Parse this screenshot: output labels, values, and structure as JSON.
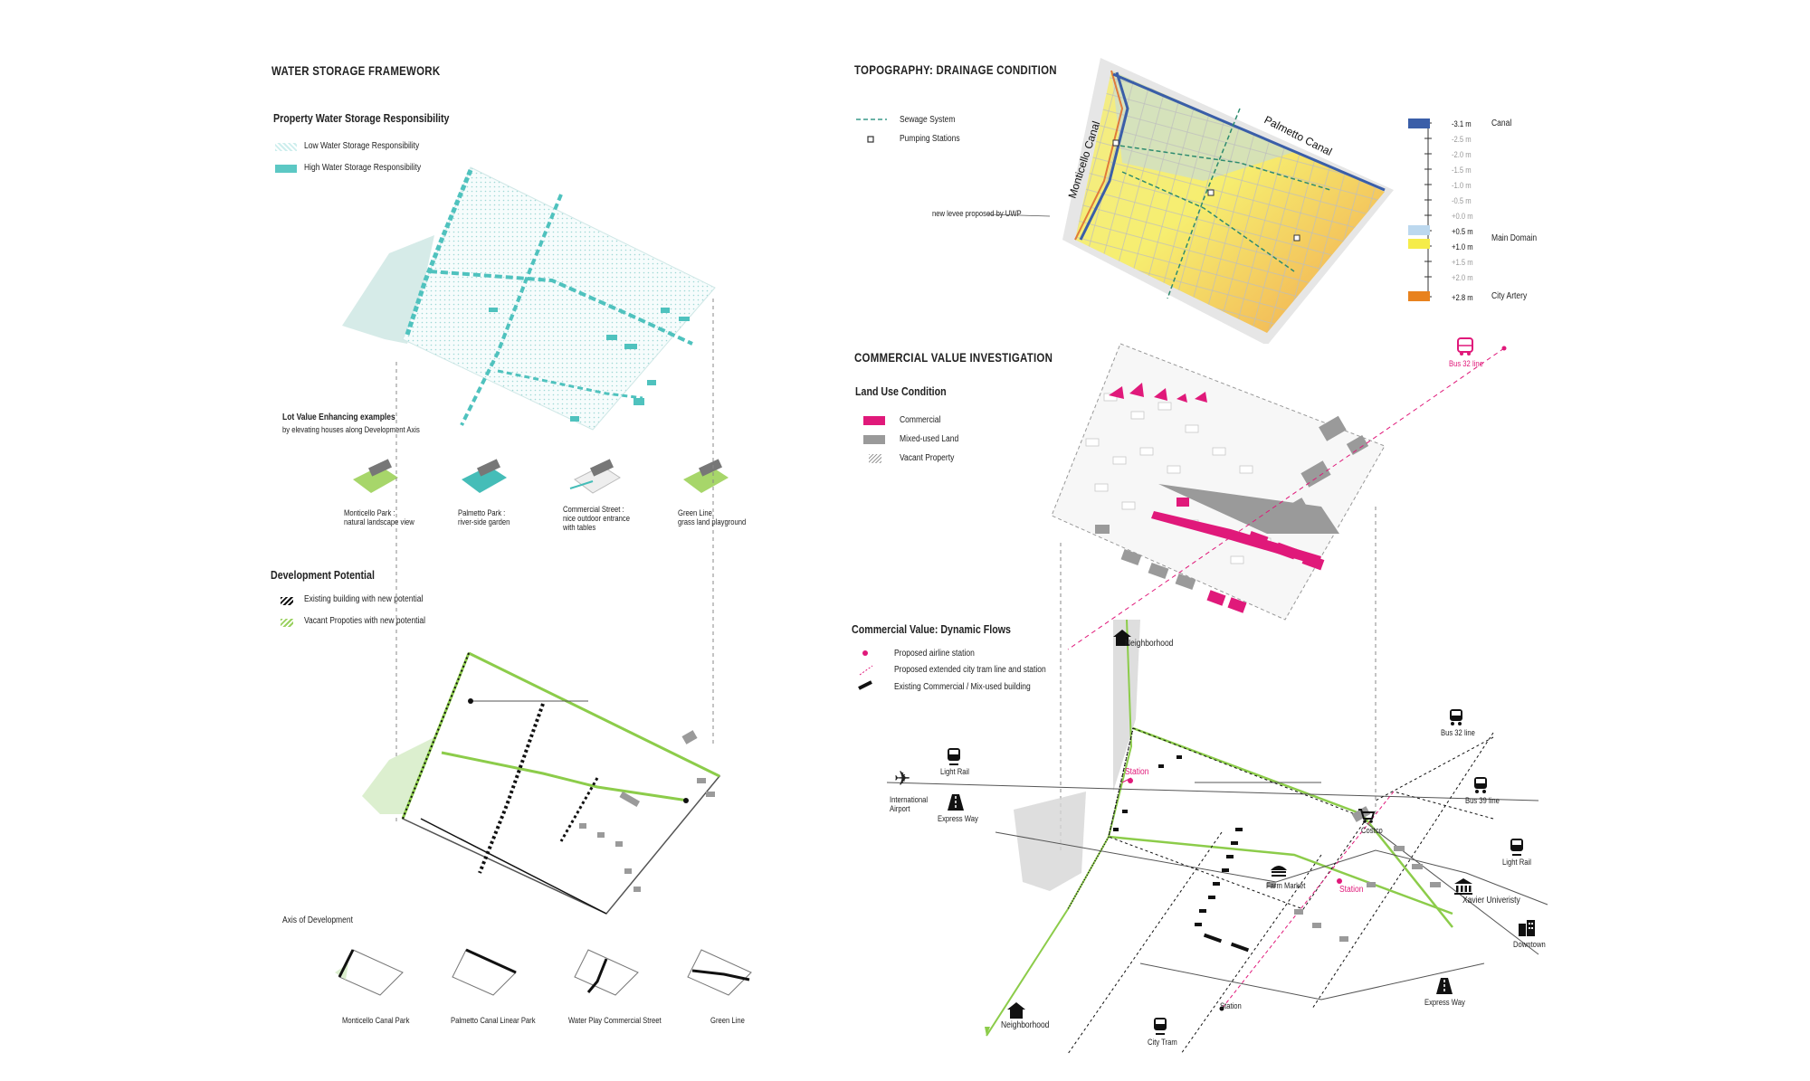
{
  "left": {
    "title": "WATER STORAGE FRAMEWORK",
    "storage": {
      "subtitle": "Property Water Storage Responsibility",
      "legend": [
        {
          "label": "Low Water Storage Responsibility",
          "color": "#d8f0ef"
        },
        {
          "label": "High Water Storage Responsibility",
          "color": "#5cc8c4"
        }
      ]
    },
    "lot_value": {
      "title": "Lot Value Enhancing examples",
      "subtitle": "by elevating houses along Development Axis",
      "examples": [
        {
          "line1": "Monticello Park :",
          "line2": "natural landscape view",
          "line3": ""
        },
        {
          "line1": "Palmetto Park :",
          "line2": "river-side garden",
          "line3": ""
        },
        {
          "line1": "Commercial Street :",
          "line2": "nice outdoor entrance",
          "line3": "with tables"
        },
        {
          "line1": "Green Line:",
          "line2": "grass land playground",
          "line3": ""
        }
      ]
    },
    "development": {
      "subtitle": "Development Potential",
      "legend": [
        "Existing building with new potential",
        "Vacant Propoties with new potential"
      ]
    },
    "axis": {
      "title": "Axis of Development",
      "items": [
        "Monticello Canal Park",
        "Palmetto Canal Linear Park",
        "Water Play Commercial Street",
        "Green Line"
      ]
    }
  },
  "right": {
    "topo": {
      "title": "TOPOGRAPHY: DRAINAGE CONDITION",
      "legend": [
        "Sewage System",
        "Pumping Stations"
      ],
      "annotation": "new levee proposed by UWP",
      "canal_labels": [
        "Monticello Canal",
        "Palmetto Canal"
      ],
      "scale_ticks": [
        "-3.1 m",
        "-2.5 m",
        "-2.0 m",
        "-1.5 m",
        "-1.0 m",
        "-0.5 m",
        "+0.0 m",
        "+0.5 m",
        "+1.0 m",
        "+1.5 m",
        "+2.0 m",
        "+2.8 m"
      ],
      "scale_categories": [
        {
          "label": "Canal",
          "color": "#3a5ea8"
        },
        {
          "label": "Main Domain",
          "color": "#bcd8ee"
        },
        {
          "label": "City Artery",
          "color": "#e8821e"
        }
      ]
    },
    "commercial": {
      "title": "COMMERCIAL VALUE INVESTIGATION",
      "subtitle": "Land Use Condition",
      "legend": [
        {
          "label": "Commercial",
          "color": "#e0197a"
        },
        {
          "label": "Mixed-used Land",
          "color": "#9a9a9a"
        },
        {
          "label": "Vacant Property",
          "color": "#cccccc"
        }
      ],
      "bus_label": "Bus 32 line"
    },
    "flows": {
      "subtitle": "Commercial Value: Dynamic Flows",
      "legend": [
        "Proposed airline station",
        "Proposed extended city tram line and station",
        "Existing Commercial / Mix-used building"
      ],
      "labels": {
        "neighborhood_top": "Neighborhood",
        "neighborhood_bottom": "Neighborhood",
        "light_rail_left": "Light Rail",
        "airport_l1": "International",
        "airport_l2": "Airport",
        "express_left": "Express Way",
        "station_top": "Station",
        "station_mid": "Station",
        "station_bottom": "Station",
        "costco": "Costco",
        "farm_market": "Farm Market",
        "bus32": "Bus 32 line",
        "bus39": "Bus 39 line",
        "light_rail_right": "Light Rail",
        "xavier": "Xavier Univeristy",
        "downtown": "Downtown",
        "express_right": "Express Way",
        "city_tram": "City Tram"
      }
    }
  }
}
